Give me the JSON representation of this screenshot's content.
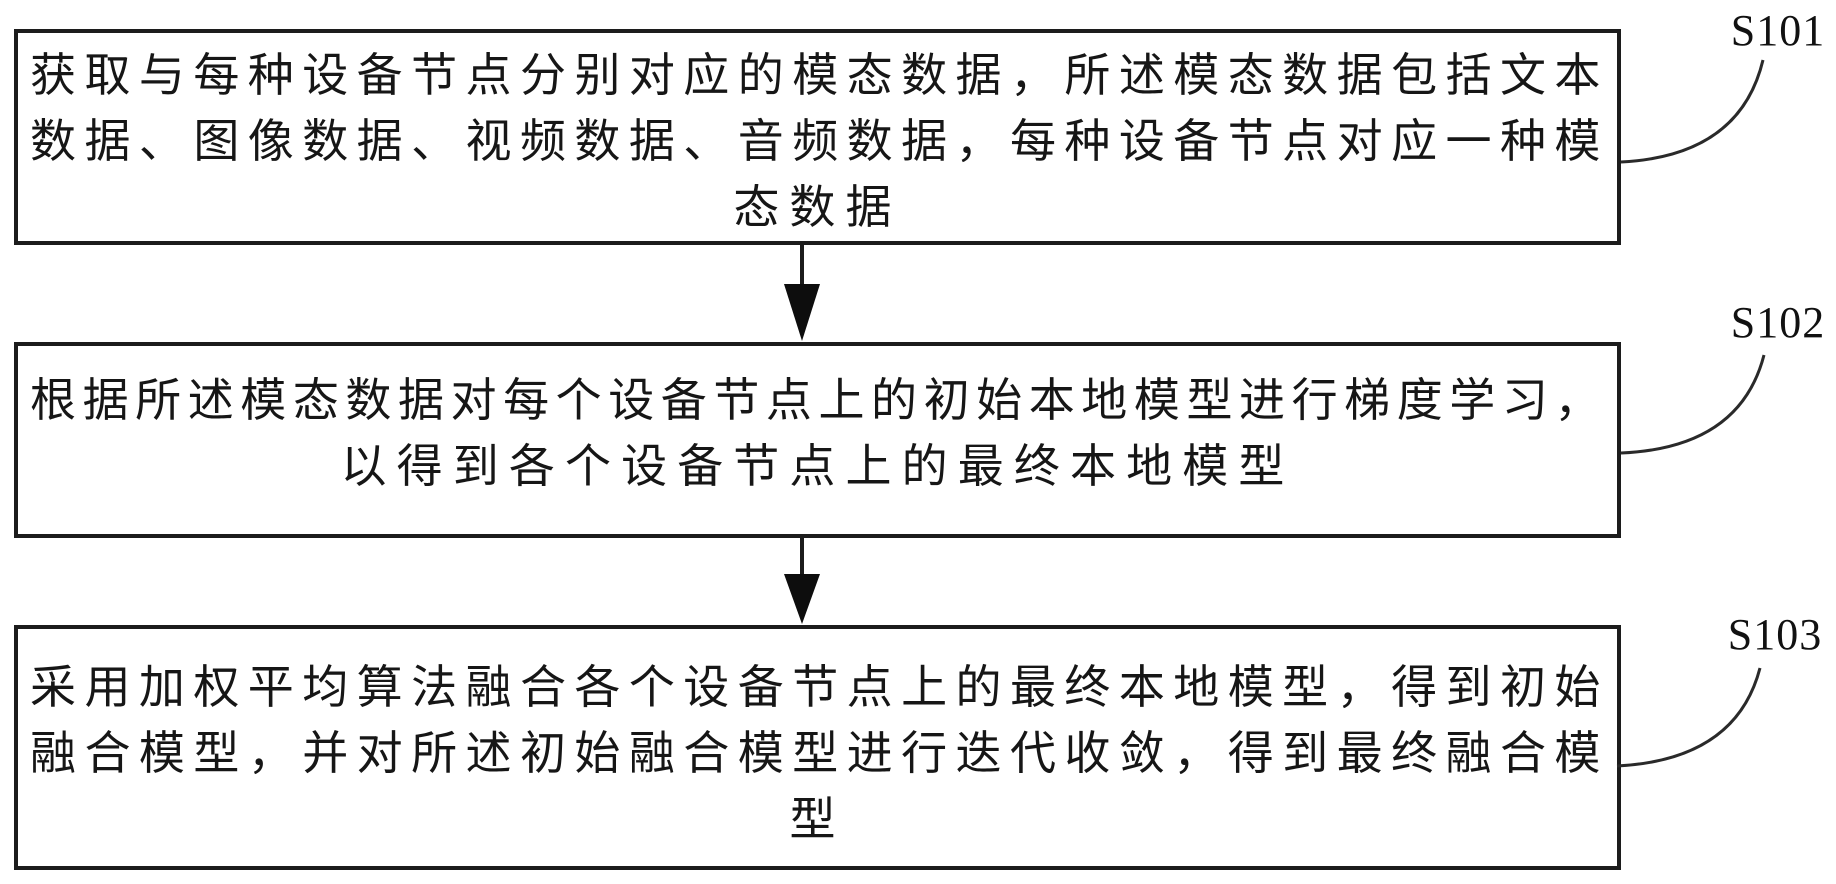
{
  "figure": {
    "background": "#ffffff",
    "line_color": "#1c1c1c",
    "text_color": "#161616"
  },
  "steps": [
    {
      "label": "S101",
      "text": "获取与每种设备节点分别对应的模态数据，所述模态数据包括文本数据、图像数据、视频数据、音频数据，每种设备节点对应一种模态数据",
      "lines": [
        "获取与每种设备节点分别对应的模态数据，所述模态数据包括文本",
        "数据、图像数据、视频数据、音频数据，每种设备节点对应一种模",
        "态数据"
      ]
    },
    {
      "label": "S102",
      "text": "根据所述模态数据对每个设备节点上的初始本地模型进行梯度学习，以得到各个设备节点上的最终本地模型",
      "lines": [
        "根据所述模态数据对每个设备节点上的初始本地模型进行梯度学习，",
        "以得到各个设备节点上的最终本地模型"
      ]
    },
    {
      "label": "S103",
      "text": "采用加权平均算法融合各个设备节点上的最终本地模型，得到初始融合模型，并对所述初始融合模型进行迭代收敛，得到最终融合模型",
      "lines": [
        "采用加权平均算法融合各个设备节点上的最终本地模型，得到初始",
        "融合模型，并对所述初始融合模型进行迭代收敛，得到最终融合模",
        "型"
      ]
    }
  ],
  "connectors": [
    {
      "type": "down-arrow",
      "from": "S101",
      "to": "S102"
    },
    {
      "type": "down-arrow",
      "from": "S102",
      "to": "S103"
    }
  ]
}
